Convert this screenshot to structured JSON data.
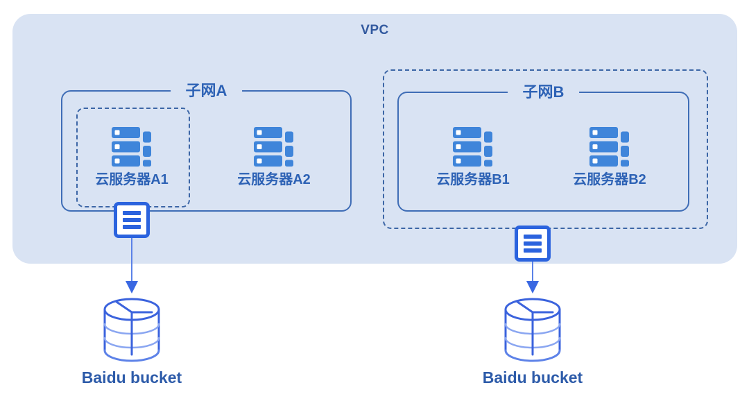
{
  "diagram": {
    "vpc_label": "VPC",
    "subnet_a": {
      "label": "子网A",
      "servers": [
        {
          "label": "云服务器A1"
        },
        {
          "label": "云服务器A2"
        }
      ]
    },
    "subnet_b": {
      "label": "子网B",
      "servers": [
        {
          "label": "云服务器B1"
        },
        {
          "label": "云服务器B2"
        }
      ]
    },
    "buckets": [
      {
        "label": "Baidu bucket"
      },
      {
        "label": "Baidu bucket"
      }
    ],
    "icons": {
      "server": "server-icon",
      "gateway": "gateway-endpoint-icon",
      "arrow": "arrow-down-icon",
      "bucket": "storage-bucket-icon"
    },
    "colors": {
      "vpc_bg": "#d9e3f3",
      "solid_border": "#3f6db6",
      "dashed_border": "#3c66a6",
      "label_text": "#2d62b5",
      "title_text": "#335a9f",
      "server_blue": "#3f85da",
      "gateway_blue": "#2b63de",
      "arrow_line": "#5b82e8",
      "arrow_head": "#3a68e2",
      "bucket_stroke": "#3b63dd",
      "bucket_stroke_light": "#8aa6f1",
      "bucket_stroke_mid": "#5d82e8",
      "bucket_label_text": "#2d5ba9"
    }
  }
}
